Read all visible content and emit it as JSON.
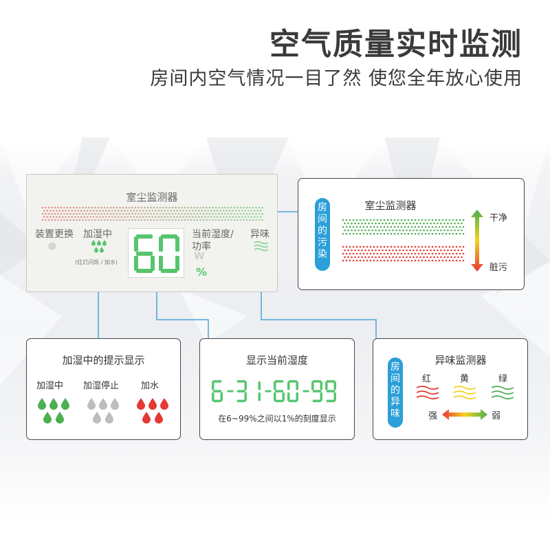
{
  "header": {
    "title": "空气质量实时监测",
    "subtitle": "房间内空气情况一目了然 使您全年放心使用"
  },
  "device": {
    "title": "室尘监测器",
    "replace_label": "装置更换",
    "humidifying_label": "加湿中",
    "humidifying_note": "(红灯闪烁 / 加水)",
    "display_value": "60",
    "humidity_label_1": "当前湿度/",
    "humidity_label_2": "功率",
    "w_label": "W",
    "percent_label": "%",
    "odor_label": "异味"
  },
  "pollution_card": {
    "side_label": "房间的污染",
    "title": "室尘监测器",
    "clean_label": "干净",
    "dirty_label": "脏污"
  },
  "humidify_card": {
    "title": "加湿中的提示显示",
    "items": [
      {
        "label": "加湿中",
        "color": "#4caf50"
      },
      {
        "label": "加湿停止",
        "color": "#bdbdbd"
      },
      {
        "label": "加水",
        "color": "#e53935"
      }
    ]
  },
  "humidity_card": {
    "title": "显示当前湿度",
    "segments": "6-31-60-99",
    "note": "在6~99%之间以1%的刻度显示"
  },
  "odor_card": {
    "side_label": "房间的异味",
    "title": "异味监测器",
    "levels": [
      {
        "label": "红",
        "color": "#e53935"
      },
      {
        "label": "黄",
        "color": "#f4d21f"
      },
      {
        "label": "绿",
        "color": "#4caf50"
      }
    ],
    "strong_label": "强",
    "weak_label": "弱"
  },
  "colors": {
    "accent_blue": "#2a9fd8",
    "green": "#4caf50",
    "red": "#e53935",
    "yellow": "#f4d21f",
    "lcd_green": "#56c56e"
  }
}
